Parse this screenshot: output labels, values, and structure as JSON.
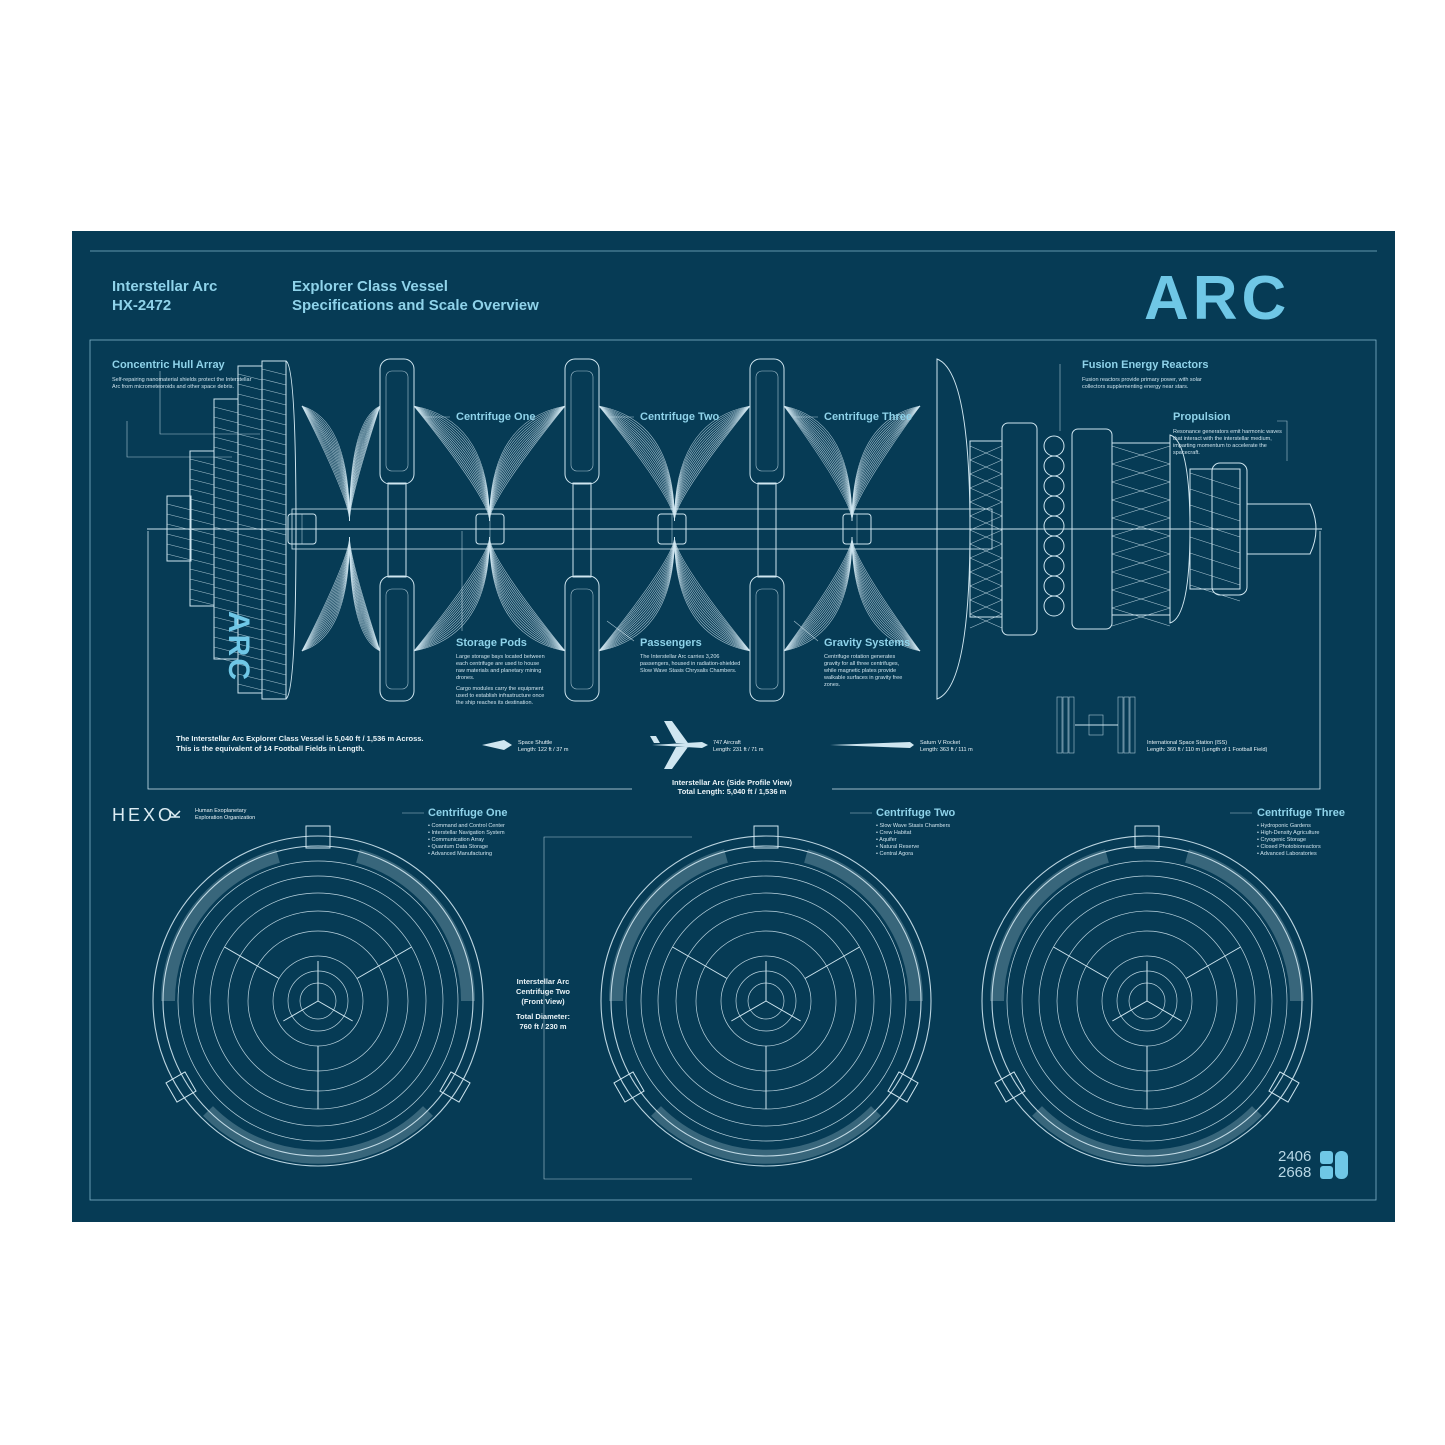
{
  "header": {
    "vessel_name": "Interstellar Arc",
    "vessel_code": "HX-2472",
    "class_line": "Explorer Class Vessel",
    "subtitle": "Specifications and Scale Overview",
    "logo": "ARC"
  },
  "side_labels": {
    "hull": {
      "title": "Concentric Hull Array",
      "text": "Self-repairing nanomaterial shields protect the Interstellar Arc from micrometeoroids and other space debris."
    },
    "centrifuge_one": "Centrifuge One",
    "centrifuge_two": "Centrifuge Two",
    "centrifuge_three": "Centrifuge Three",
    "fusion": {
      "title": "Fusion Energy Reactors",
      "text": "Fusion reactors provide primary power, with solar collectors supplementing energy near stars."
    },
    "propulsion": {
      "title": "Propulsion",
      "text": "Resonance generators emit harmonic waves that interact with the interstellar medium, imparting momentum to accelerate the spacecraft."
    },
    "storage": {
      "title": "Storage Pods",
      "text1": "Large storage bays located between each centrifuge are used to house raw materials and planetary mining drones.",
      "text2": "Cargo modules carry the equipment used to establish infrastructure once the ship reaches its destination."
    },
    "passengers": {
      "title": "Passengers",
      "text": "The Interstellar Arc carries 3,206 passengers, housed in radiation-shielded Slow Wave Stasis Chrysalis Chambers."
    },
    "gravity": {
      "title": "Gravity Systems",
      "text": "Centrifuge rotation generates gravity for all three centrifuges, while magnetic plates provide walkable surfaces in gravity free zones."
    },
    "hull_logo": "ARC"
  },
  "scale": {
    "statement_line1": "The Interstellar Arc Explorer Class Vessel is 5,040 ft / 1,536 m Across.",
    "statement_line2": "This is the equivalent of 14 Football Fields in Length.",
    "shuttle": {
      "name": "Space Shuttle",
      "length": "Length: 122 ft / 37 m"
    },
    "aircraft": {
      "name": "747 Aircraft",
      "length": "Length: 231 ft / 71 m"
    },
    "rocket": {
      "name": "Saturn V Rocket",
      "length": "Length: 363 ft / 111 m"
    },
    "iss": {
      "name": "International Space Station (ISS)",
      "length": "Length: 360 ft / 110 m (Length of 1 Football Field)"
    }
  },
  "side_view": {
    "title": "Interstellar Arc (Side Profile View)",
    "length": "Total Length: 5,040 ft / 1,536 m"
  },
  "org": {
    "mark": "HEXO",
    "name_line1": "Human Exoplanetary",
    "name_line2": "Exploration Organization"
  },
  "front": {
    "c1": {
      "title": "Centrifuge One",
      "items": [
        "Command and Control Center",
        "Interstellar Navigation System",
        "Communication Array",
        "Quantum Data Storage",
        "Advanced Manufacturing"
      ]
    },
    "c2": {
      "title": "Centrifuge Two",
      "items": [
        "Slow Wave Stasis Chambers",
        "Crew Habitat",
        "Aquifer",
        "Natural Reserve",
        "Central Agora"
      ]
    },
    "c3": {
      "title": "Centrifuge Three",
      "items": [
        "Hydroponic Gardens",
        "High-Density Agriculture",
        "Cryogenic Storage",
        "Closed Photobioreactors",
        "Advanced Laboratories"
      ]
    },
    "view_line1": "Interstellar Arc",
    "view_line2": "Centrifuge Two",
    "view_line3": "(Front View)",
    "diam_line1": "Total Diameter:",
    "diam_line2": "760 ft / 230 m"
  },
  "serial": {
    "line1": "2406",
    "line2": "2668"
  },
  "colors": {
    "background": "#063b55",
    "accent": "#8fd3ea",
    "line": "#cfe6f0"
  }
}
